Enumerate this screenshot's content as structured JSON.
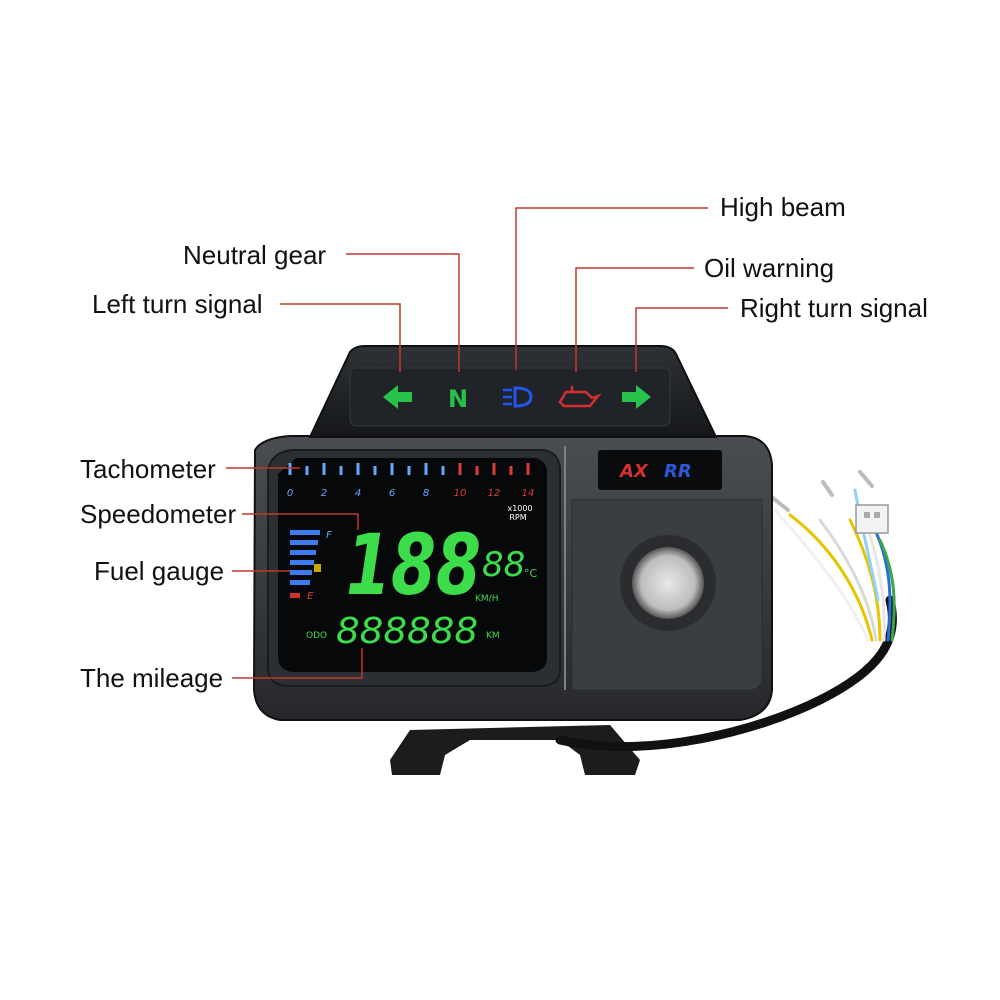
{
  "callouts": {
    "high_beam": "High beam",
    "neutral_gear": "Neutral gear",
    "oil_warning": "Oil warning",
    "left_turn_signal": "Left turn signal",
    "right_turn_signal": "Right turn signal",
    "tachometer": "Tachometer",
    "speedometer": "Speedometer",
    "fuel_gauge": "Fuel gauge",
    "mileage": "The mileage"
  },
  "indicators": {
    "neutral": "N"
  },
  "tachometer": {
    "ticks": [
      "0",
      "2",
      "4",
      "6",
      "8",
      "10",
      "12",
      "14"
    ],
    "unit_line1": "x1000",
    "unit_line2": "RPM"
  },
  "display": {
    "speed": "188",
    "speed_unit": "KM/H",
    "temp": "88",
    "temp_unit": "°C",
    "fuel_full": "F",
    "fuel_empty": "E",
    "odo_label": "ODO",
    "odometer": "888888",
    "odo_unit": "KM"
  },
  "logo": {
    "text_left": "AX",
    "text_right": "RR"
  },
  "colors": {
    "leader": "#c0392b",
    "lcd_green": "#3ddc4a",
    "indicator_blue": "#2255ee",
    "indicator_red": "#d43030",
    "tach_blue": "#6aa8ff",
    "tach_red": "#e03b3b"
  }
}
